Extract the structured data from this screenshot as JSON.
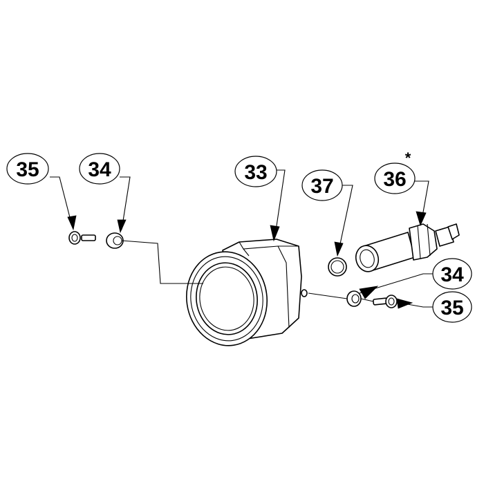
{
  "diagram": {
    "callouts": [
      {
        "id": "c35a",
        "label": "35"
      },
      {
        "id": "c34a",
        "label": "34"
      },
      {
        "id": "c33",
        "label": "33"
      },
      {
        "id": "c37",
        "label": "37"
      },
      {
        "id": "c36",
        "label": "36"
      },
      {
        "id": "c34b",
        "label": "34"
      },
      {
        "id": "c35b",
        "label": "35"
      }
    ],
    "asterisk": "*",
    "colors": {
      "line": "#000000",
      "background": "#ffffff"
    }
  }
}
